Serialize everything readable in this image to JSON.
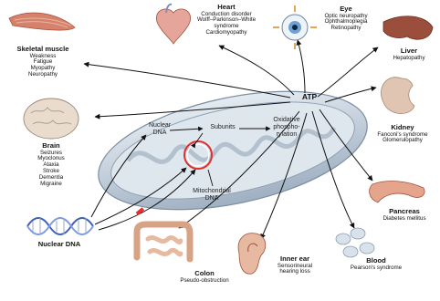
{
  "center": {
    "atp": "ATP",
    "nuclear_dna": [
      "Nuclear",
      "DNA"
    ],
    "subunits": "Subunits",
    "oxphos": [
      "Oxidative",
      "phospho-",
      "rylation"
    ],
    "mito_dna": [
      "Mitochondrial",
      "DNA"
    ]
  },
  "organs": {
    "skeletal_muscle": {
      "title": "Skeletal muscle",
      "items": [
        "Weakness",
        "Fatigue",
        "Myopathy",
        "Neuropathy"
      ]
    },
    "heart": {
      "title": "Heart",
      "items": [
        "Conduction disorder",
        "Wolff–Parkinson–White",
        "syndrome",
        "Cardiomyopathy"
      ]
    },
    "eye": {
      "title": "Eye",
      "items": [
        "Optic neuropathy",
        "Ophthalmoplegia",
        "Retinopathy"
      ]
    },
    "liver": {
      "title": "Liver",
      "items": [
        "Hepatopathy"
      ]
    },
    "kidney": {
      "title": "Kidney",
      "items": [
        "Fanconi's syndrome",
        "Glomerulopathy"
      ]
    },
    "brain": {
      "title": "Brain",
      "items": [
        "Seizures",
        "Myoclonus",
        "Ataxia",
        "Stroke",
        "Dementia",
        "Migraine"
      ]
    },
    "nuclear_dna": {
      "title": "Nuclear DNA"
    },
    "pancreas": {
      "title": "Pancreas",
      "items": [
        "Diabetes mellitus"
      ]
    },
    "colon": {
      "title": "Colon",
      "items": [
        "Pseudo-obstruction"
      ]
    },
    "inner_ear": {
      "title": "Inner ear",
      "items": [
        "Sensorineural",
        "hearing loss"
      ]
    },
    "blood": {
      "title": "Blood",
      "items": [
        "Pearson's syndrome"
      ]
    }
  },
  "colors": {
    "mitochondrion": "#c9d4df",
    "mito_dna_ring": "#e0302b",
    "arrow": "#111111"
  }
}
